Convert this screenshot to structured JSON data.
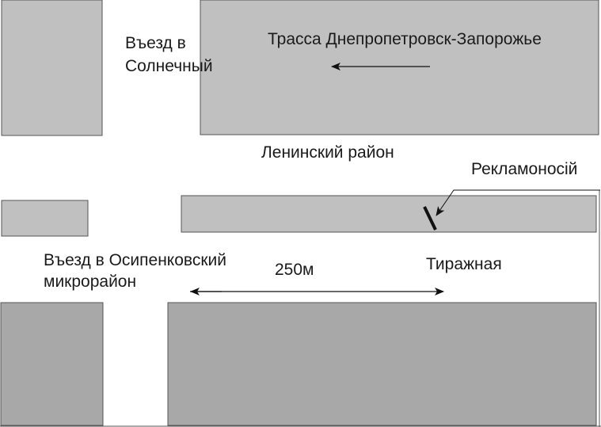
{
  "labels": {
    "entry_sun_line1": "Въезд в",
    "entry_sun_line2": "Солнечный",
    "highway": "Трасса Днепропетровск-Запорожье",
    "district": "Ленинский район",
    "billboard": "Рекламоносiй",
    "entry_osip_line1": "Въезд в Осипенковский",
    "entry_osip_line2": "микрорайон",
    "distance": "250м",
    "street": "Тиражная"
  },
  "colors": {
    "block_light": "#c0c0c0",
    "block_dark": "#a8a8a8"
  }
}
